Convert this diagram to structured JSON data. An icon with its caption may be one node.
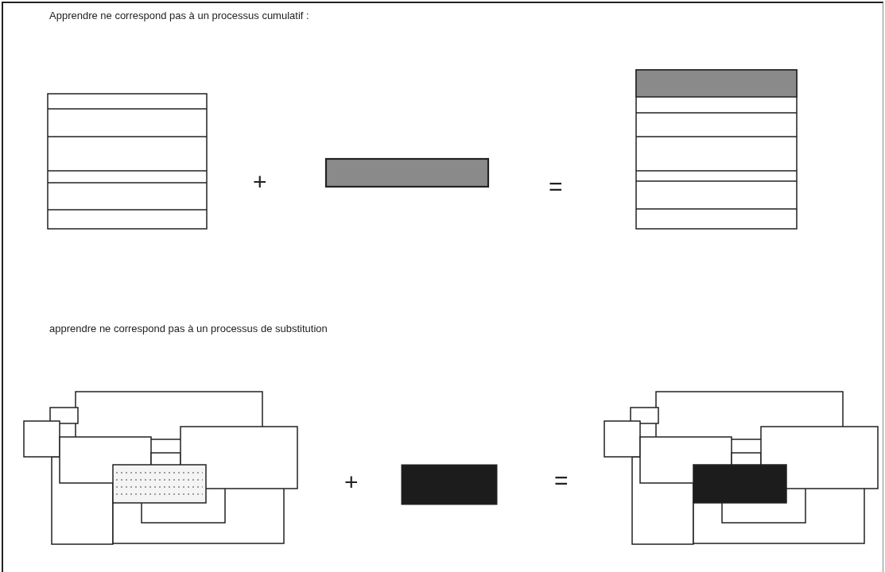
{
  "diagram": {
    "nodes": [
      {
        "text": [],
        "shape": "bar"
      },
      {
        "text": [],
        "shape": "box"
      }
    ],
    "labels": [
      "Apprendre ne correspond pas à un processus cumulatif  :",
      "+",
      "=",
      "apprendre ne correspond pas à un processus de substitution",
      "+",
      "="
    ]
  }
}
